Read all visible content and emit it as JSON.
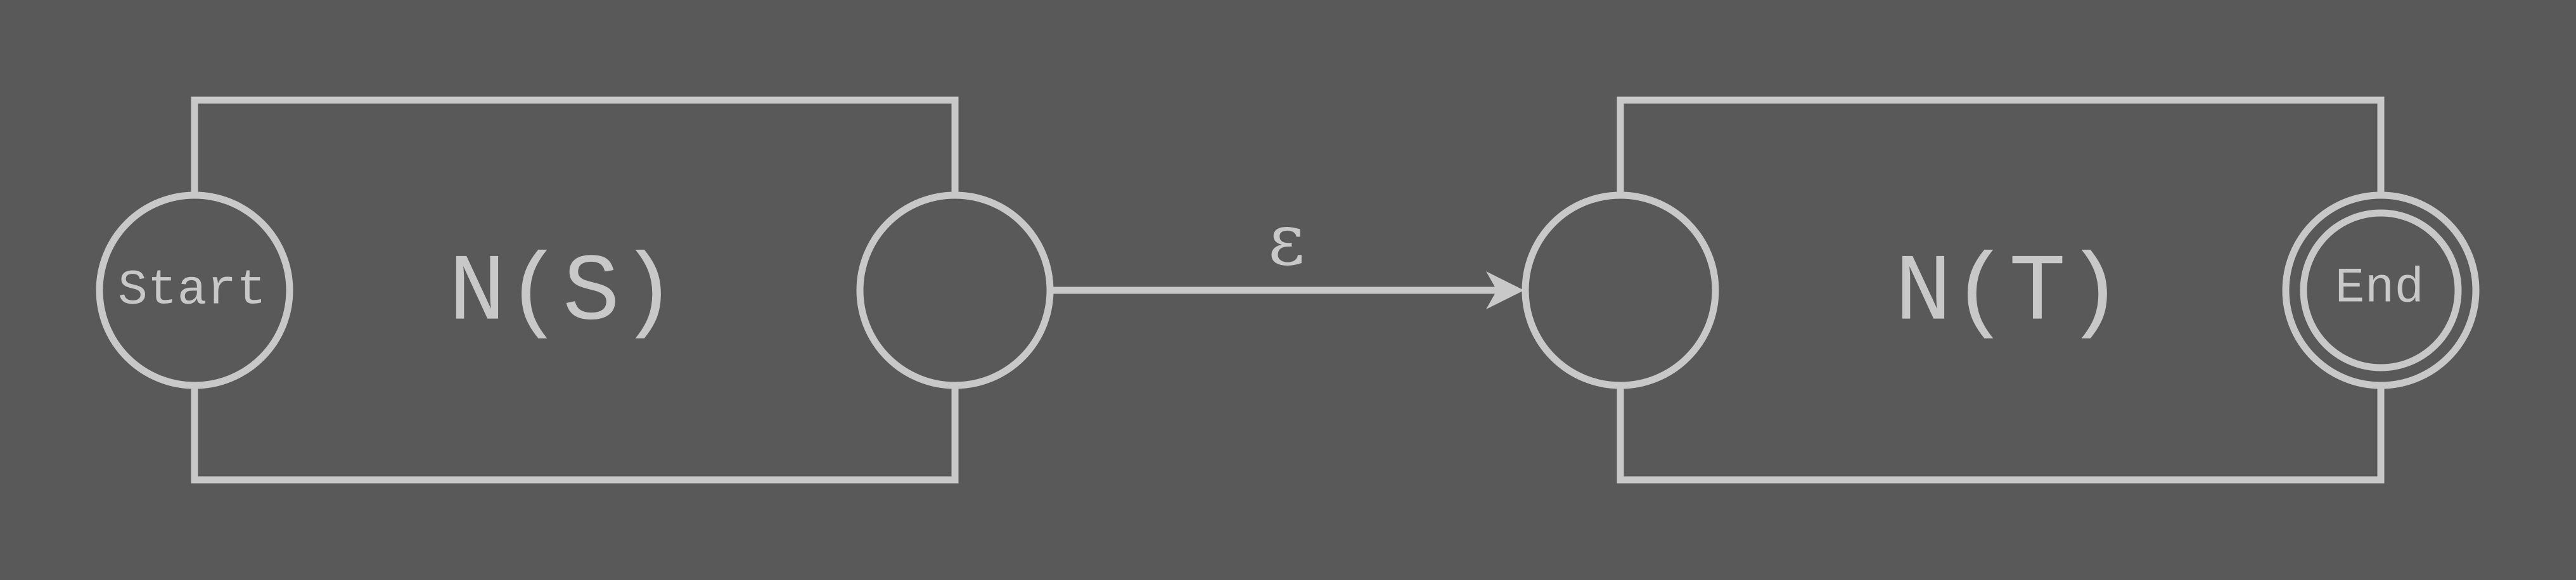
{
  "diagram": {
    "left_block": {
      "label": "N(S)",
      "start_state": "Start",
      "exit_state": ""
    },
    "right_block": {
      "label": "N(T)",
      "entry_state": "",
      "end_state": "End"
    },
    "transition": {
      "label": "ε"
    }
  },
  "colors": {
    "background": "#595959",
    "stroke": "#c8c8c8",
    "text": "#c8c8c8"
  }
}
